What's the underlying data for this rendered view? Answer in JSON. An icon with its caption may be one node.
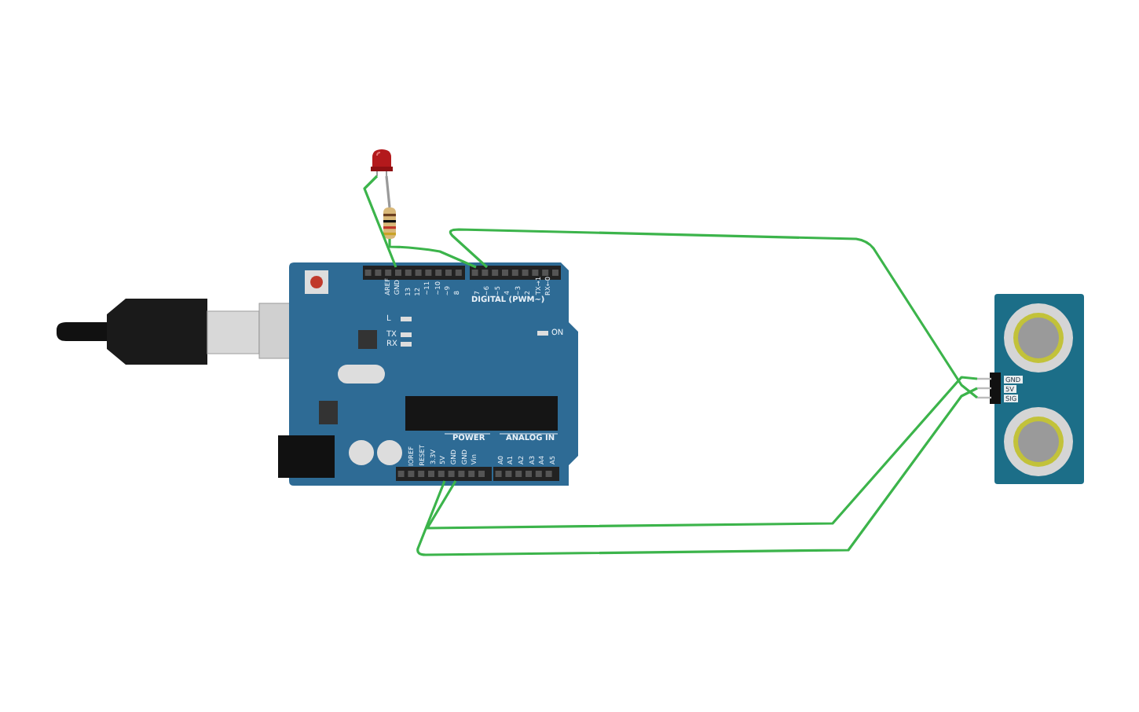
{
  "diagram": {
    "nodes": [
      {
        "text": [],
        "shape": "picture"
      },
      {
        "text": [],
        "shape": "picture"
      },
      {
        "text": [],
        "shape": "picture"
      },
      {
        "text": [],
        "shape": "picture"
      }
    ],
    "edges": [
      {
        "from": 0,
        "to": 1,
        "arrow": "none",
        "color": "#999999"
      },
      {
        "from": 0,
        "to": 2,
        "arrow": "none"
      },
      {
        "from": 1,
        "to": 2,
        "arrow": "none"
      },
      {
        "from": 2,
        "to": 3,
        "arrow": "none"
      },
      {
        "from": 2,
        "to": 3,
        "arrow": "none"
      },
      {
        "from": 2,
        "to": 3,
        "arrow": "none"
      }
    ],
    "labels": [
      "AREF",
      "GND",
      "13",
      "12",
      "~11",
      "~10",
      "~9",
      "8",
      "7",
      "~6",
      "~5",
      "4",
      "~3",
      "2",
      "TX→1",
      "RX←0",
      "DIGITAL (PWM~)",
      "L",
      "TX",
      "RX",
      "ON",
      "IOREF",
      "RESET",
      "3.3V",
      "5V",
      "GND",
      "GND",
      "Vin",
      "POWER",
      "A0",
      "A1",
      "A2",
      "A3",
      "A4",
      "A5",
      "ANALOG IN",
      "GND",
      "5V",
      "SIG"
    ]
  }
}
